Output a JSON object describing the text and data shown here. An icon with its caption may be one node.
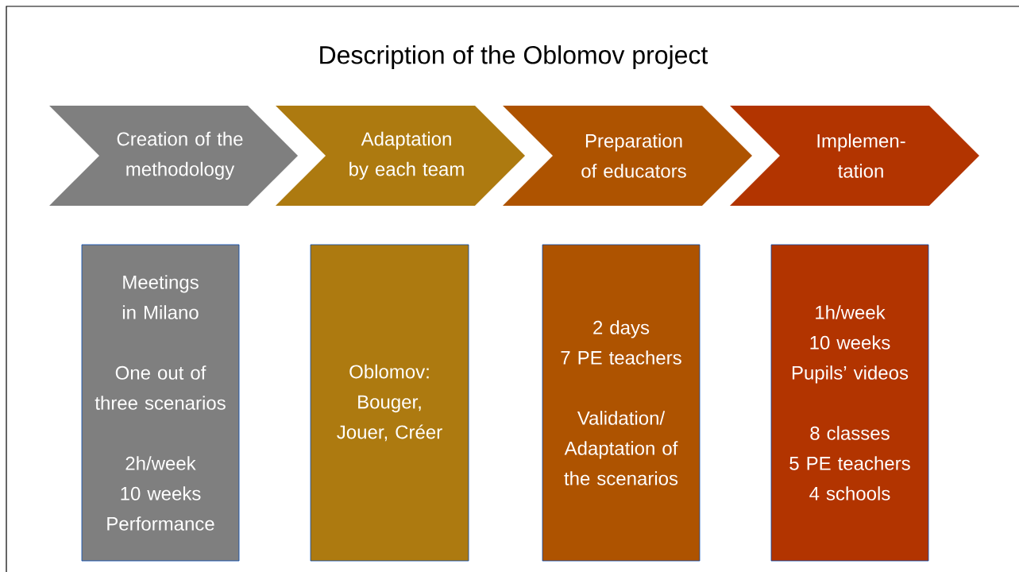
{
  "diagram": {
    "title": "Description of the Oblomov project",
    "nodes": [
      {
        "text": [
          "Creation of the methodology"
        ]
      },
      {
        "text": [
          "Adaptation by each team"
        ]
      },
      {
        "text": [
          "Preparation of educators"
        ]
      },
      {
        "text": [
          "Implemen- tation"
        ]
      },
      {
        "text": [
          "Meetings in Milano",
          "One out of three scenarios",
          "2h/week",
          "10 weeks",
          "Performance"
        ]
      },
      {
        "text": [
          "Oblomov: Bouger, Jouer, Créer"
        ]
      },
      {
        "text": [
          "2 days",
          "7 PE teachers",
          "Validation/ Adaptation of the scenarios"
        ]
      },
      {
        "text": [
          "1h/week",
          "10 weeks",
          "Pupils’ videos",
          "8 classes",
          "5 PE teachers",
          "4 schools"
        ]
      }
    ],
    "edges": []
  }
}
